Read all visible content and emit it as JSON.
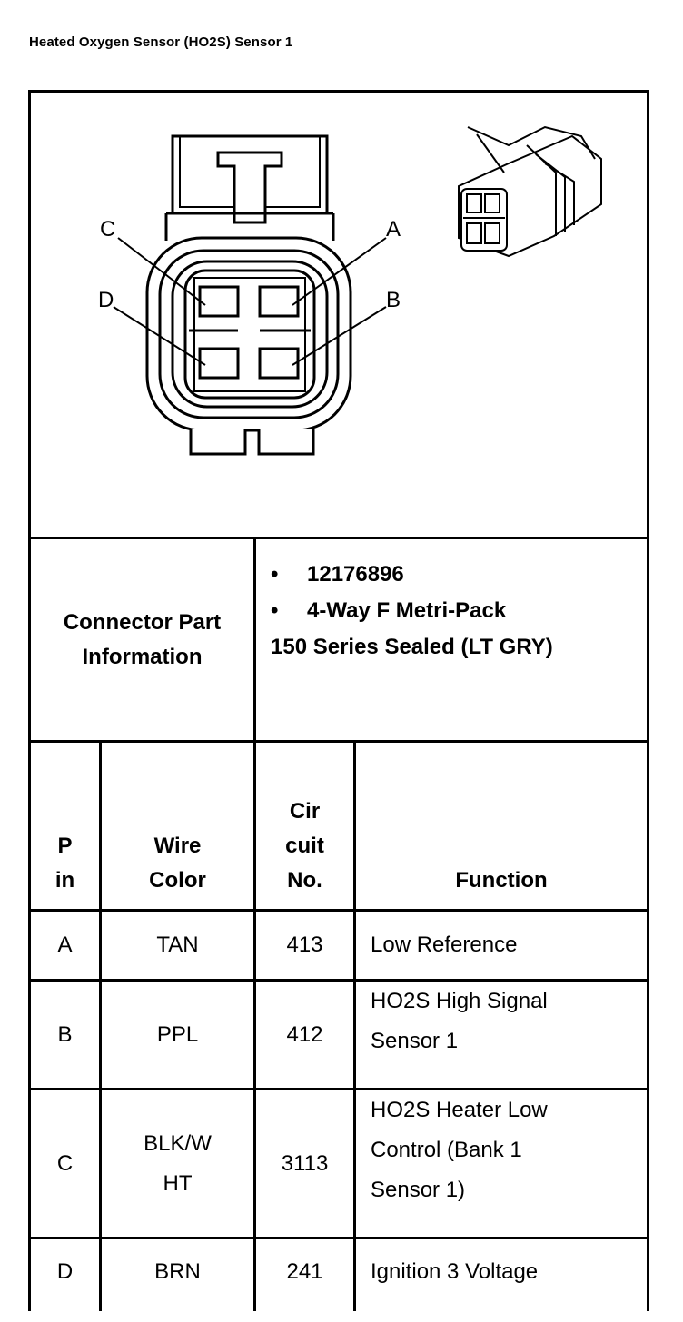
{
  "title": "Heated Oxygen Sensor (HO2S) Sensor 1",
  "connector_diagram": {
    "pin_labels": [
      "C",
      "A",
      "D",
      "B"
    ]
  },
  "part_info": {
    "label_line1": "Connector Part",
    "label_line2": "Information",
    "bullets": [
      "12176896",
      "4-Way F Metri-Pack"
    ],
    "extra_line": "150 Series Sealed (LT GRY)"
  },
  "table": {
    "headers": {
      "pin": [
        "P",
        "in"
      ],
      "wire": [
        "Wire",
        "Color"
      ],
      "circuit": [
        "Cir",
        "cuit",
        "No."
      ],
      "function": [
        "Function"
      ]
    },
    "rows": [
      {
        "pin": "A",
        "wire": [
          "TAN"
        ],
        "circuit": "413",
        "function": [
          "Low Reference"
        ]
      },
      {
        "pin": "B",
        "wire": [
          "PPL"
        ],
        "circuit": "412",
        "function": [
          "HO2S High Signal",
          "Sensor 1"
        ]
      },
      {
        "pin": "C",
        "wire": [
          "BLK/W",
          "HT"
        ],
        "circuit": "3113",
        "function": [
          "HO2S Heater Low",
          "Control (Bank 1",
          "Sensor 1)"
        ]
      },
      {
        "pin": "D",
        "wire": [
          "BRN"
        ],
        "circuit": "241",
        "function": [
          "Ignition 3 Voltage"
        ]
      }
    ]
  }
}
